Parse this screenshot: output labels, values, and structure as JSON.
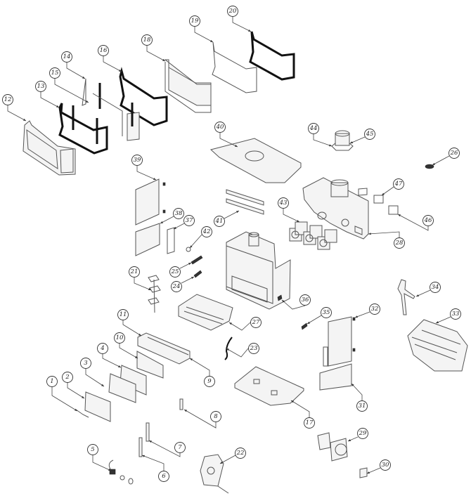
{
  "diagram": {
    "title": "Exploded parts diagram",
    "callouts": [
      {
        "id": "1",
        "label": "1"
      },
      {
        "id": "2",
        "label": "2"
      },
      {
        "id": "3",
        "label": "3"
      },
      {
        "id": "4",
        "label": "4"
      },
      {
        "id": "5",
        "label": "5"
      },
      {
        "id": "6",
        "label": "6"
      },
      {
        "id": "7",
        "label": "7"
      },
      {
        "id": "8",
        "label": "8"
      },
      {
        "id": "9",
        "label": "9"
      },
      {
        "id": "10",
        "label": "10"
      },
      {
        "id": "11",
        "label": "11"
      },
      {
        "id": "12",
        "label": "12"
      },
      {
        "id": "13",
        "label": "13"
      },
      {
        "id": "14",
        "label": "14"
      },
      {
        "id": "15",
        "label": "15"
      },
      {
        "id": "16",
        "label": "16"
      },
      {
        "id": "17",
        "label": "17"
      },
      {
        "id": "18",
        "label": "18"
      },
      {
        "id": "19",
        "label": "19"
      },
      {
        "id": "20",
        "label": "20"
      },
      {
        "id": "21",
        "label": "21"
      },
      {
        "id": "22",
        "label": "22"
      },
      {
        "id": "23",
        "label": "23"
      },
      {
        "id": "24",
        "label": "24"
      },
      {
        "id": "25",
        "label": "25"
      },
      {
        "id": "26",
        "label": "26"
      },
      {
        "id": "27",
        "label": "27"
      },
      {
        "id": "28",
        "label": "28"
      },
      {
        "id": "29",
        "label": "29"
      },
      {
        "id": "30",
        "label": "30"
      },
      {
        "id": "31",
        "label": "31"
      },
      {
        "id": "32",
        "label": "32"
      },
      {
        "id": "33",
        "label": "33"
      },
      {
        "id": "34",
        "label": "34"
      },
      {
        "id": "35",
        "label": "35"
      },
      {
        "id": "36",
        "label": "36"
      },
      {
        "id": "37",
        "label": "37"
      },
      {
        "id": "38",
        "label": "38"
      },
      {
        "id": "39",
        "label": "39"
      },
      {
        "id": "40",
        "label": "40"
      },
      {
        "id": "41",
        "label": "41"
      },
      {
        "id": "42",
        "label": "42"
      },
      {
        "id": "43",
        "label": "43"
      },
      {
        "id": "44",
        "label": "44"
      },
      {
        "id": "45",
        "label": "45"
      },
      {
        "id": "46",
        "label": "46"
      },
      {
        "id": "47",
        "label": "47"
      }
    ]
  }
}
